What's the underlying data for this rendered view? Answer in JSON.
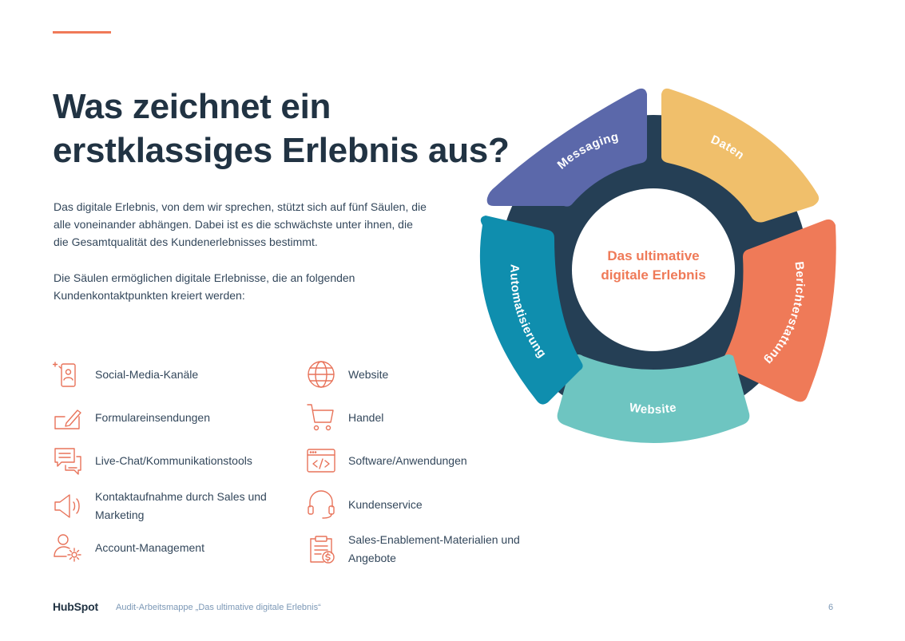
{
  "page": {
    "title_line1": "Was zeichnet ein",
    "title_line2": "erstklassiges Erlebnis aus?",
    "intro_p1": "Das digitale Erlebnis, von dem wir sprechen, stützt sich auf fünf Säulen, die alle voneinander abhängen. Dabei ist es die schwächste unter ihnen, die die Gesamtqualität des Kundenerlebnisses bestimmt.",
    "intro_p2": "Die Säulen ermöglichen digitale Erlebnisse, die an folgenden Kundenkontaktpunkten kreiert werden:"
  },
  "touchpoints_left": [
    {
      "label": "Social-Media-Kanäle",
      "icon": "social-media-icon"
    },
    {
      "label": "Formulareinsendungen",
      "icon": "form-submission-icon"
    },
    {
      "label": "Live-Chat/Kommunikationstools",
      "icon": "chat-icon"
    },
    {
      "label": "Kontaktaufnahme durch Sales und Marketing",
      "icon": "megaphone-icon"
    },
    {
      "label": "Account-Management",
      "icon": "account-gear-icon"
    }
  ],
  "touchpoints_right": [
    {
      "label": "Website",
      "icon": "globe-icon"
    },
    {
      "label": "Handel",
      "icon": "shopping-cart-icon"
    },
    {
      "label": "Software/Anwendungen",
      "icon": "code-window-icon"
    },
    {
      "label": "Kundenservice",
      "icon": "headset-icon"
    },
    {
      "label": "Sales-Enablement-Materialien und Angebote",
      "icon": "document-dollar-icon"
    }
  ],
  "wheel": {
    "center_line1": "Das ultimative",
    "center_line2": "digitale Erlebnis",
    "segments": [
      {
        "label": "Messaging",
        "color": "#5b68aa"
      },
      {
        "label": "Daten",
        "color": "#f0bf6b"
      },
      {
        "label": "Berichterstattung",
        "color": "#ef7a58"
      },
      {
        "label": "Website",
        "color": "#6ec5c1"
      },
      {
        "label": "Automatisierung",
        "color": "#0f8eae"
      }
    ],
    "ring_color": "#253f55",
    "center_text_color": "#ef7a58"
  },
  "footer": {
    "logo": "HubSpot",
    "text": "Audit-Arbeitsmappe „Das ultimative digitale Erlebnis“",
    "page_number": "6"
  },
  "colors": {
    "accent": "#f07a58",
    "heading": "#213343",
    "body": "#33475b",
    "icon_stroke": "#e8735a"
  }
}
